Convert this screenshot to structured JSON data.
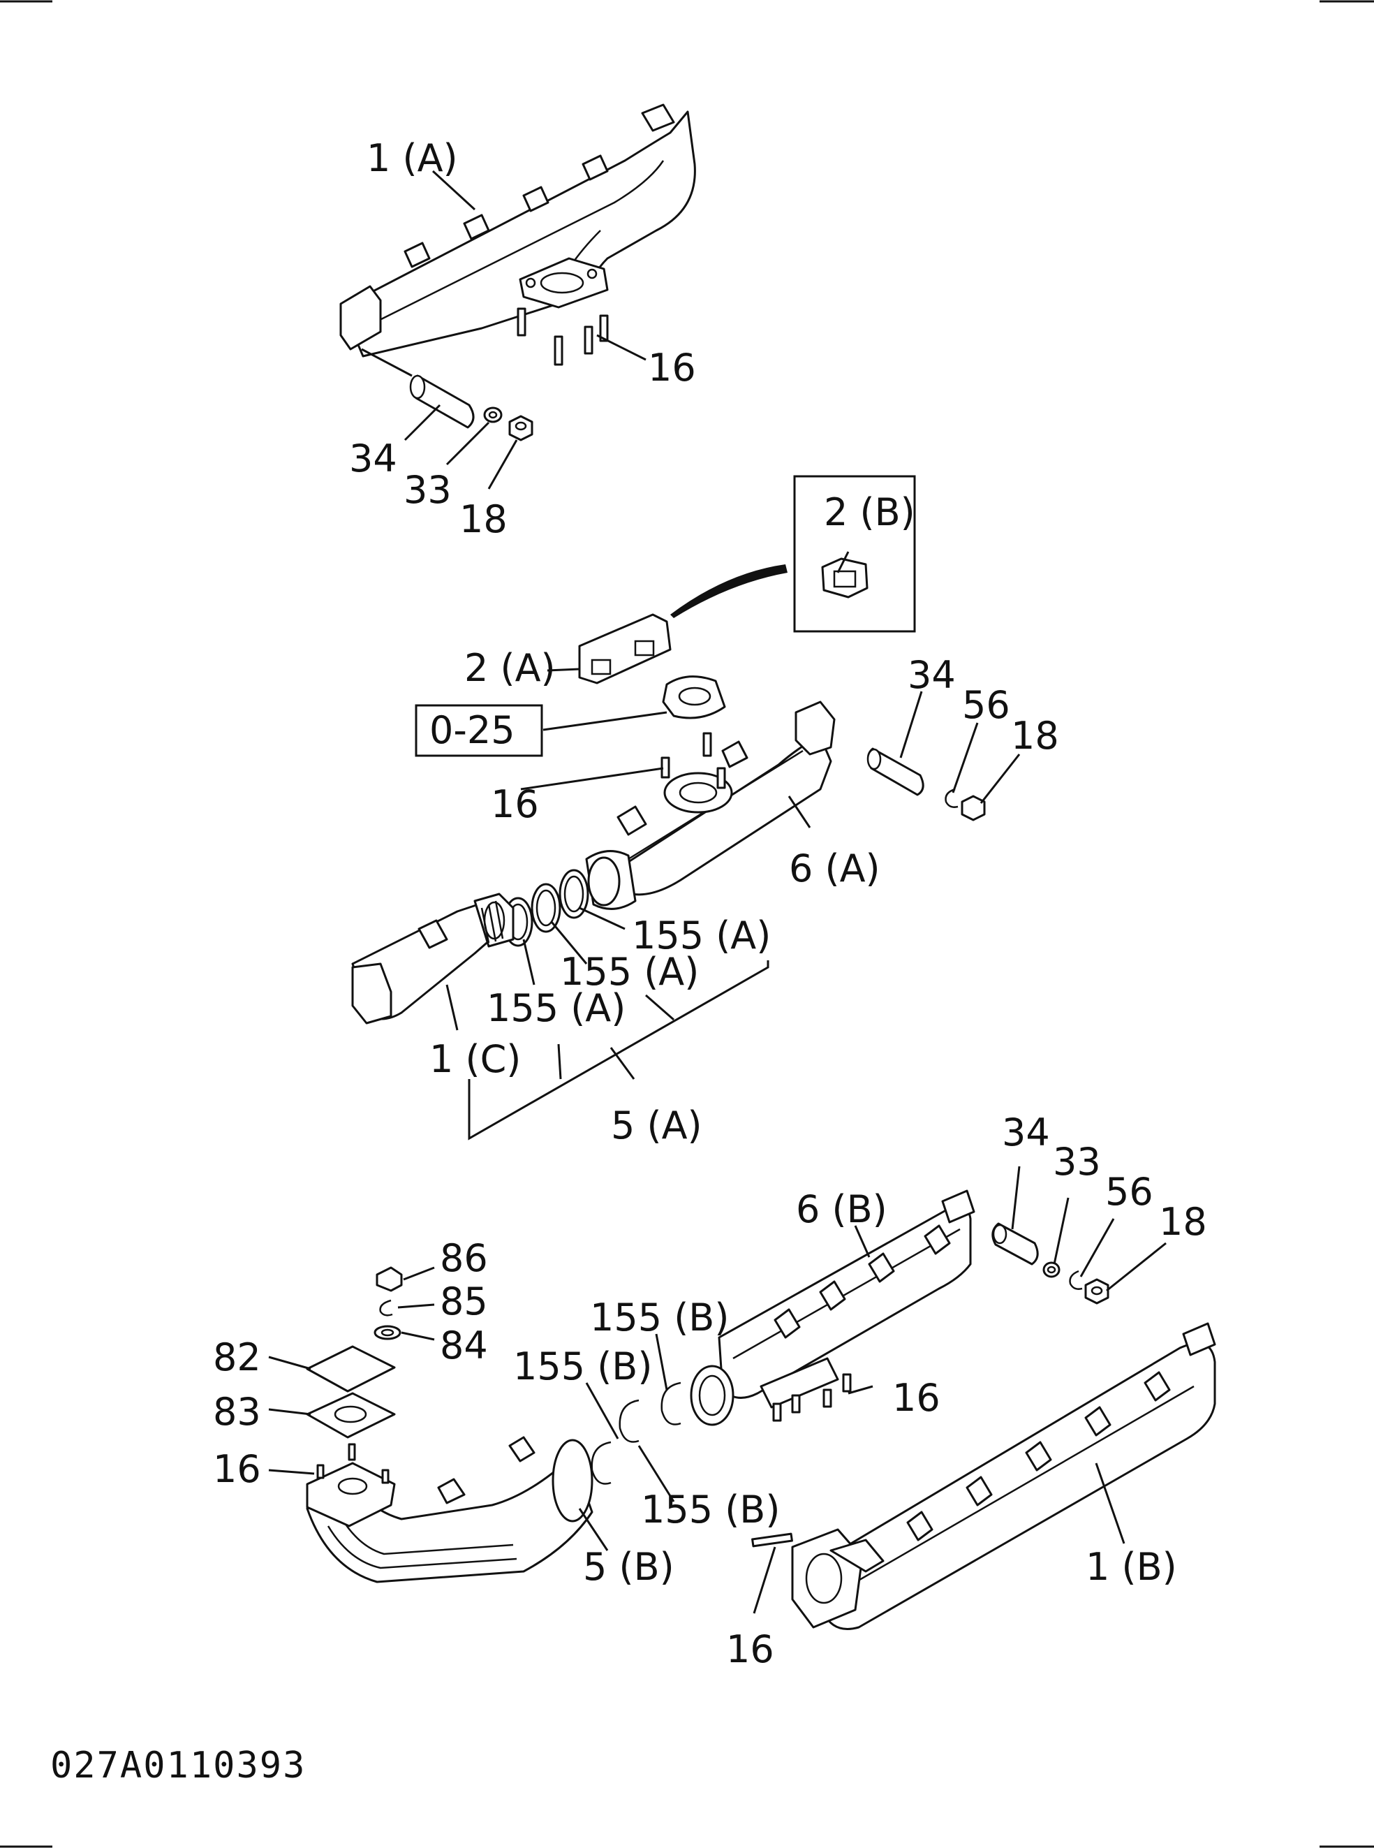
{
  "diagram_code": "027A0110393",
  "ref_box_label": "0-25",
  "labels": {
    "l_1A": "1 (A)",
    "l_16_top": "16",
    "l_34_top": "34",
    "l_33_top": "33",
    "l_18_top": "18",
    "l_2B": "2 (B)",
    "l_2A": "2 (A)",
    "l_34_mid": "34",
    "l_56_mid": "56",
    "l_18_mid": "18",
    "l_16_mid": "16",
    "l_6A": "6 (A)",
    "l_155A_1": "155 (A)",
    "l_155A_2": "155 (A)",
    "l_155A_3": "155 (A)",
    "l_1C": "1 (C)",
    "l_5A": "5 (A)",
    "l_34_bot": "34",
    "l_33_bot": "33",
    "l_56_bot": "56",
    "l_18_bot": "18",
    "l_6B": "6 (B)",
    "l_86": "86",
    "l_85": "85",
    "l_84": "84",
    "l_82": "82",
    "l_83": "83",
    "l_16_left": "16",
    "l_155B_1": "155 (B)",
    "l_155B_2": "155 (B)",
    "l_155B_3": "155 (B)",
    "l_16_right": "16",
    "l_5B": "5 (B)",
    "l_1B": "1 (B)",
    "l_16_bottom": "16"
  }
}
